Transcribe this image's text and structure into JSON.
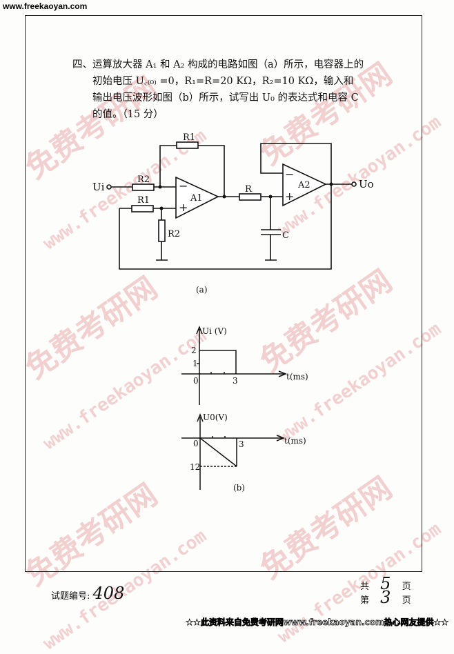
{
  "header": {
    "site": "www.freekaoyan.com"
  },
  "watermark": {
    "cn": "免费考研网",
    "url": "www.freekaoyan.com"
  },
  "question": {
    "line1": "四、运算放大器 A₁ 和 A₂ 构成的电路如图（a）所示，电容器上的",
    "line2": "初始电压 U꜀₍₀₎ =0，R₁=R=20 KΩ，R₂=10 KΩ，输入和",
    "line3": "输出电压波形如图（b）所示，试写出 U₀ 的表达式和电容 C",
    "line4": "的值。（15 分）"
  },
  "circuit": {
    "labels": {
      "R1_top": "R1",
      "R2_in": "R2",
      "R1_low": "R1",
      "R2_gnd": "R2",
      "A1": "A1",
      "R": "R",
      "A2": "A2",
      "C": "C",
      "Ui": "Ui",
      "Uo": "Uo",
      "minus": "−",
      "plus": "+"
    },
    "caption": "(a)"
  },
  "waveforms": {
    "input": {
      "ylabel": "Ui (V)",
      "xlabel": "t(ms)",
      "yticks": [
        "2",
        "1"
      ],
      "origin": "0",
      "xtick": "3",
      "amplitude_v": 2,
      "duration_ms": 3
    },
    "output": {
      "ylabel": "U0(V)",
      "xlabel": "t(ms)",
      "ytick": "12",
      "origin": "0",
      "xtick": "3",
      "final_v": -12,
      "duration_ms": 3
    },
    "caption": "(b)"
  },
  "footer": {
    "code_label": "试题编号:",
    "code_value": "408",
    "total_label": "共",
    "total_value": "5",
    "page_unit": "页",
    "current_label": "第",
    "current_value": "3",
    "page_unit2": "页"
  },
  "banner": "★★此资料来自免费考研网www.freekaoyan.com热心网友提供★★"
}
